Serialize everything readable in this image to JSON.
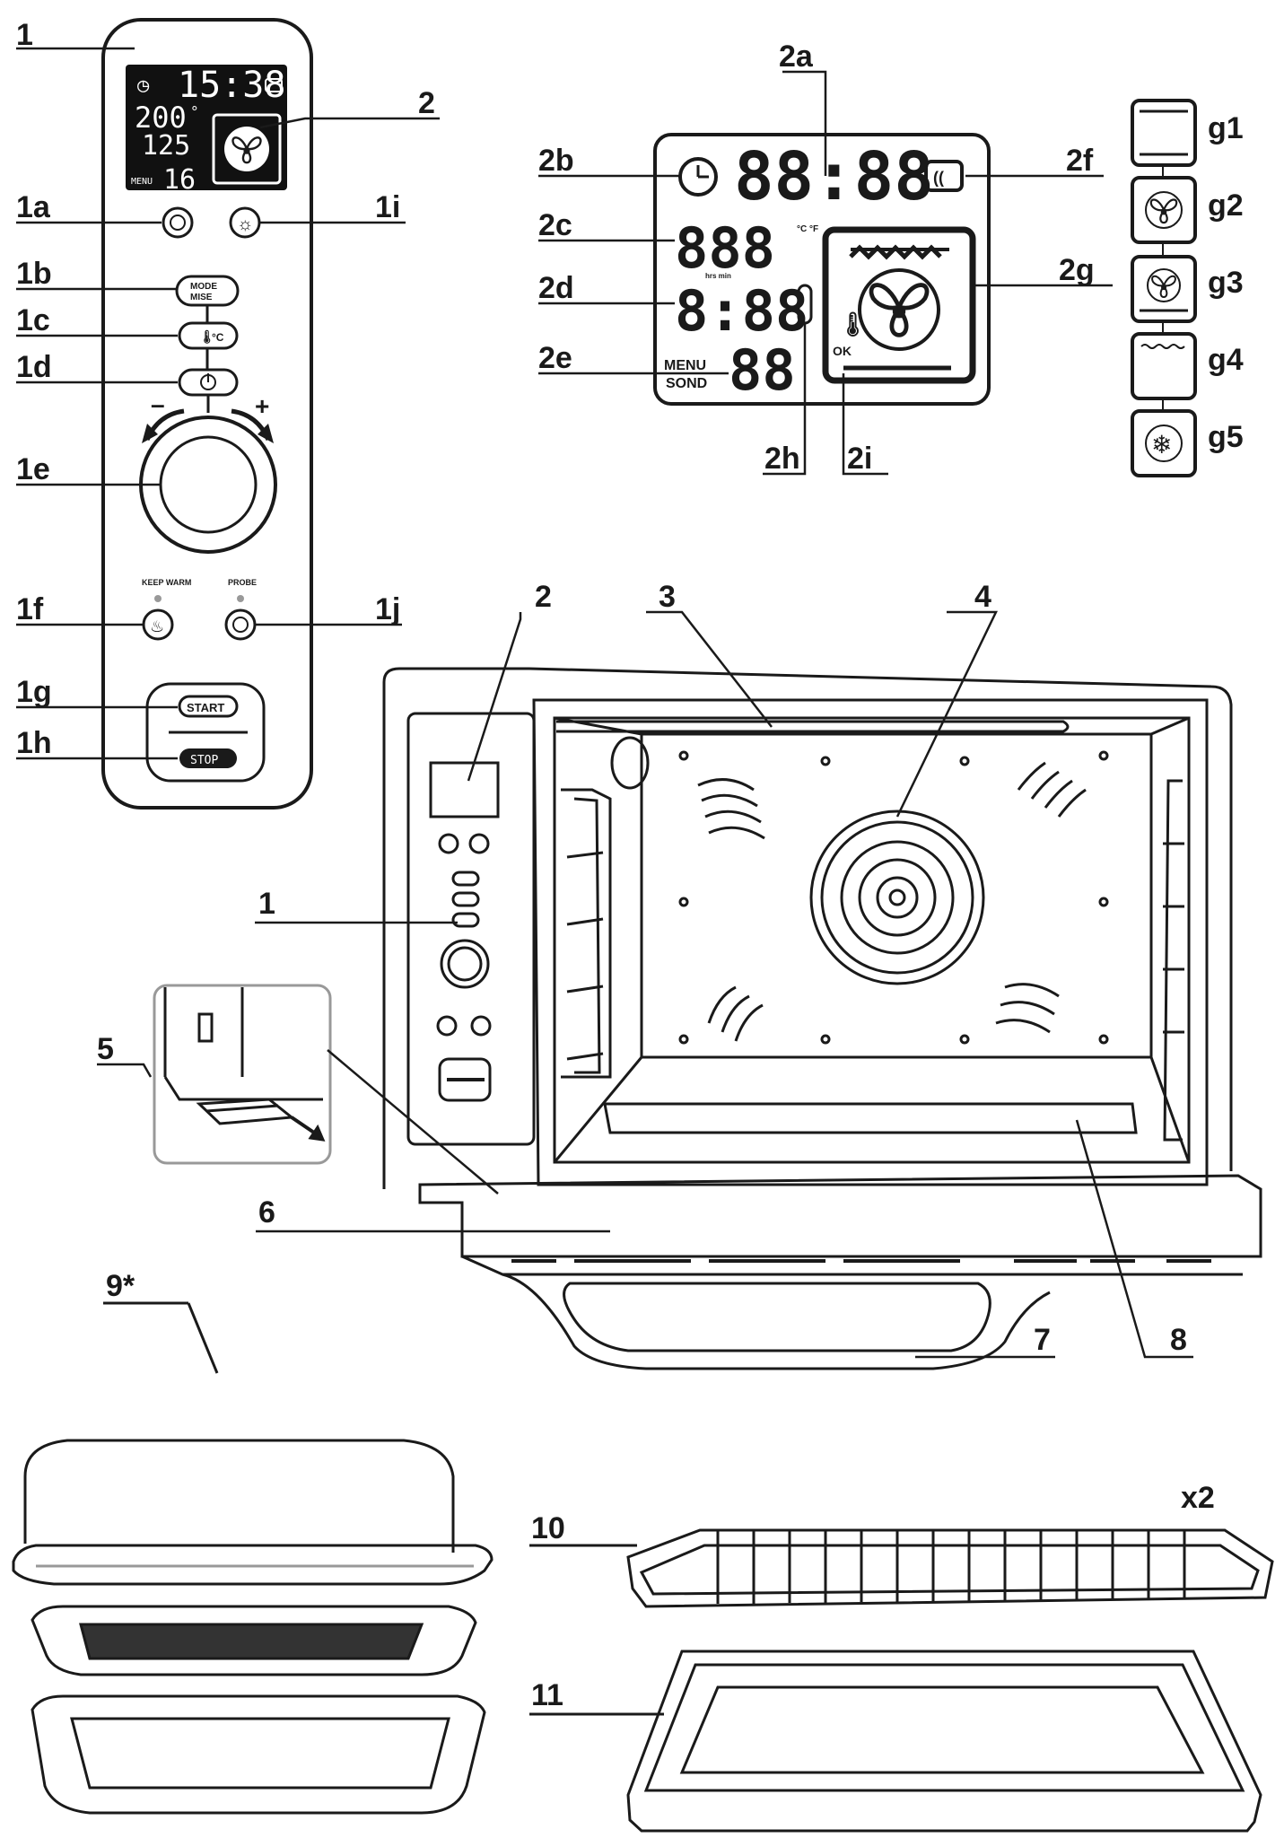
{
  "labels": {
    "l1": "1",
    "l2": "2",
    "l1a": "1a",
    "l1i": "1i",
    "l1b": "1b",
    "l1c": "1c",
    "l1d": "1d",
    "l1e": "1e",
    "l1f": "1f",
    "l1j": "1j",
    "l1g": "1g",
    "l1h": "1h",
    "l2a": "2a",
    "l2b": "2b",
    "l2c": "2c",
    "l2d": "2d",
    "l2e": "2e",
    "l2f": "2f",
    "l2g": "2g",
    "l2h": "2h",
    "l2i": "2i",
    "g1": "g1",
    "g2": "g2",
    "g3": "g3",
    "g4": "g4",
    "g5": "g5",
    "m2": "2",
    "m3": "3",
    "m4": "4",
    "m1": "1",
    "m5": "5",
    "m6": "6",
    "m7": "7",
    "m8": "8",
    "m9": "9*",
    "m10": "10",
    "m11": "11",
    "x2": "x2"
  },
  "panel": {
    "clock": "15:38",
    "temp": "200",
    "temp_unit": "°",
    "probe": "125",
    "menu_label": "MENU",
    "menu_value": "16",
    "mode_line1": "MODE",
    "mode_line2": "MISE",
    "celsius": "°C",
    "keep_warm": "KEEP WARM",
    "probe_label": "PROBE",
    "minus": "–",
    "plus": "+",
    "start": "START",
    "stop": "STOP"
  },
  "display": {
    "digits_top": "88:88",
    "digits_mid": "888",
    "digits_low": "8:88",
    "digits_menu": "88",
    "menu_line1": "MENU",
    "menu_line2": "SOND",
    "ok": "OK",
    "mid_units": "°C °F",
    "low_tags": "hrs min"
  },
  "icons": [
    "clock-icon",
    "light-icon",
    "fan-icon",
    "thermometer-icon",
    "power-icon",
    "keep-warm-icon",
    "probe-icon",
    "snowflake-icon"
  ]
}
